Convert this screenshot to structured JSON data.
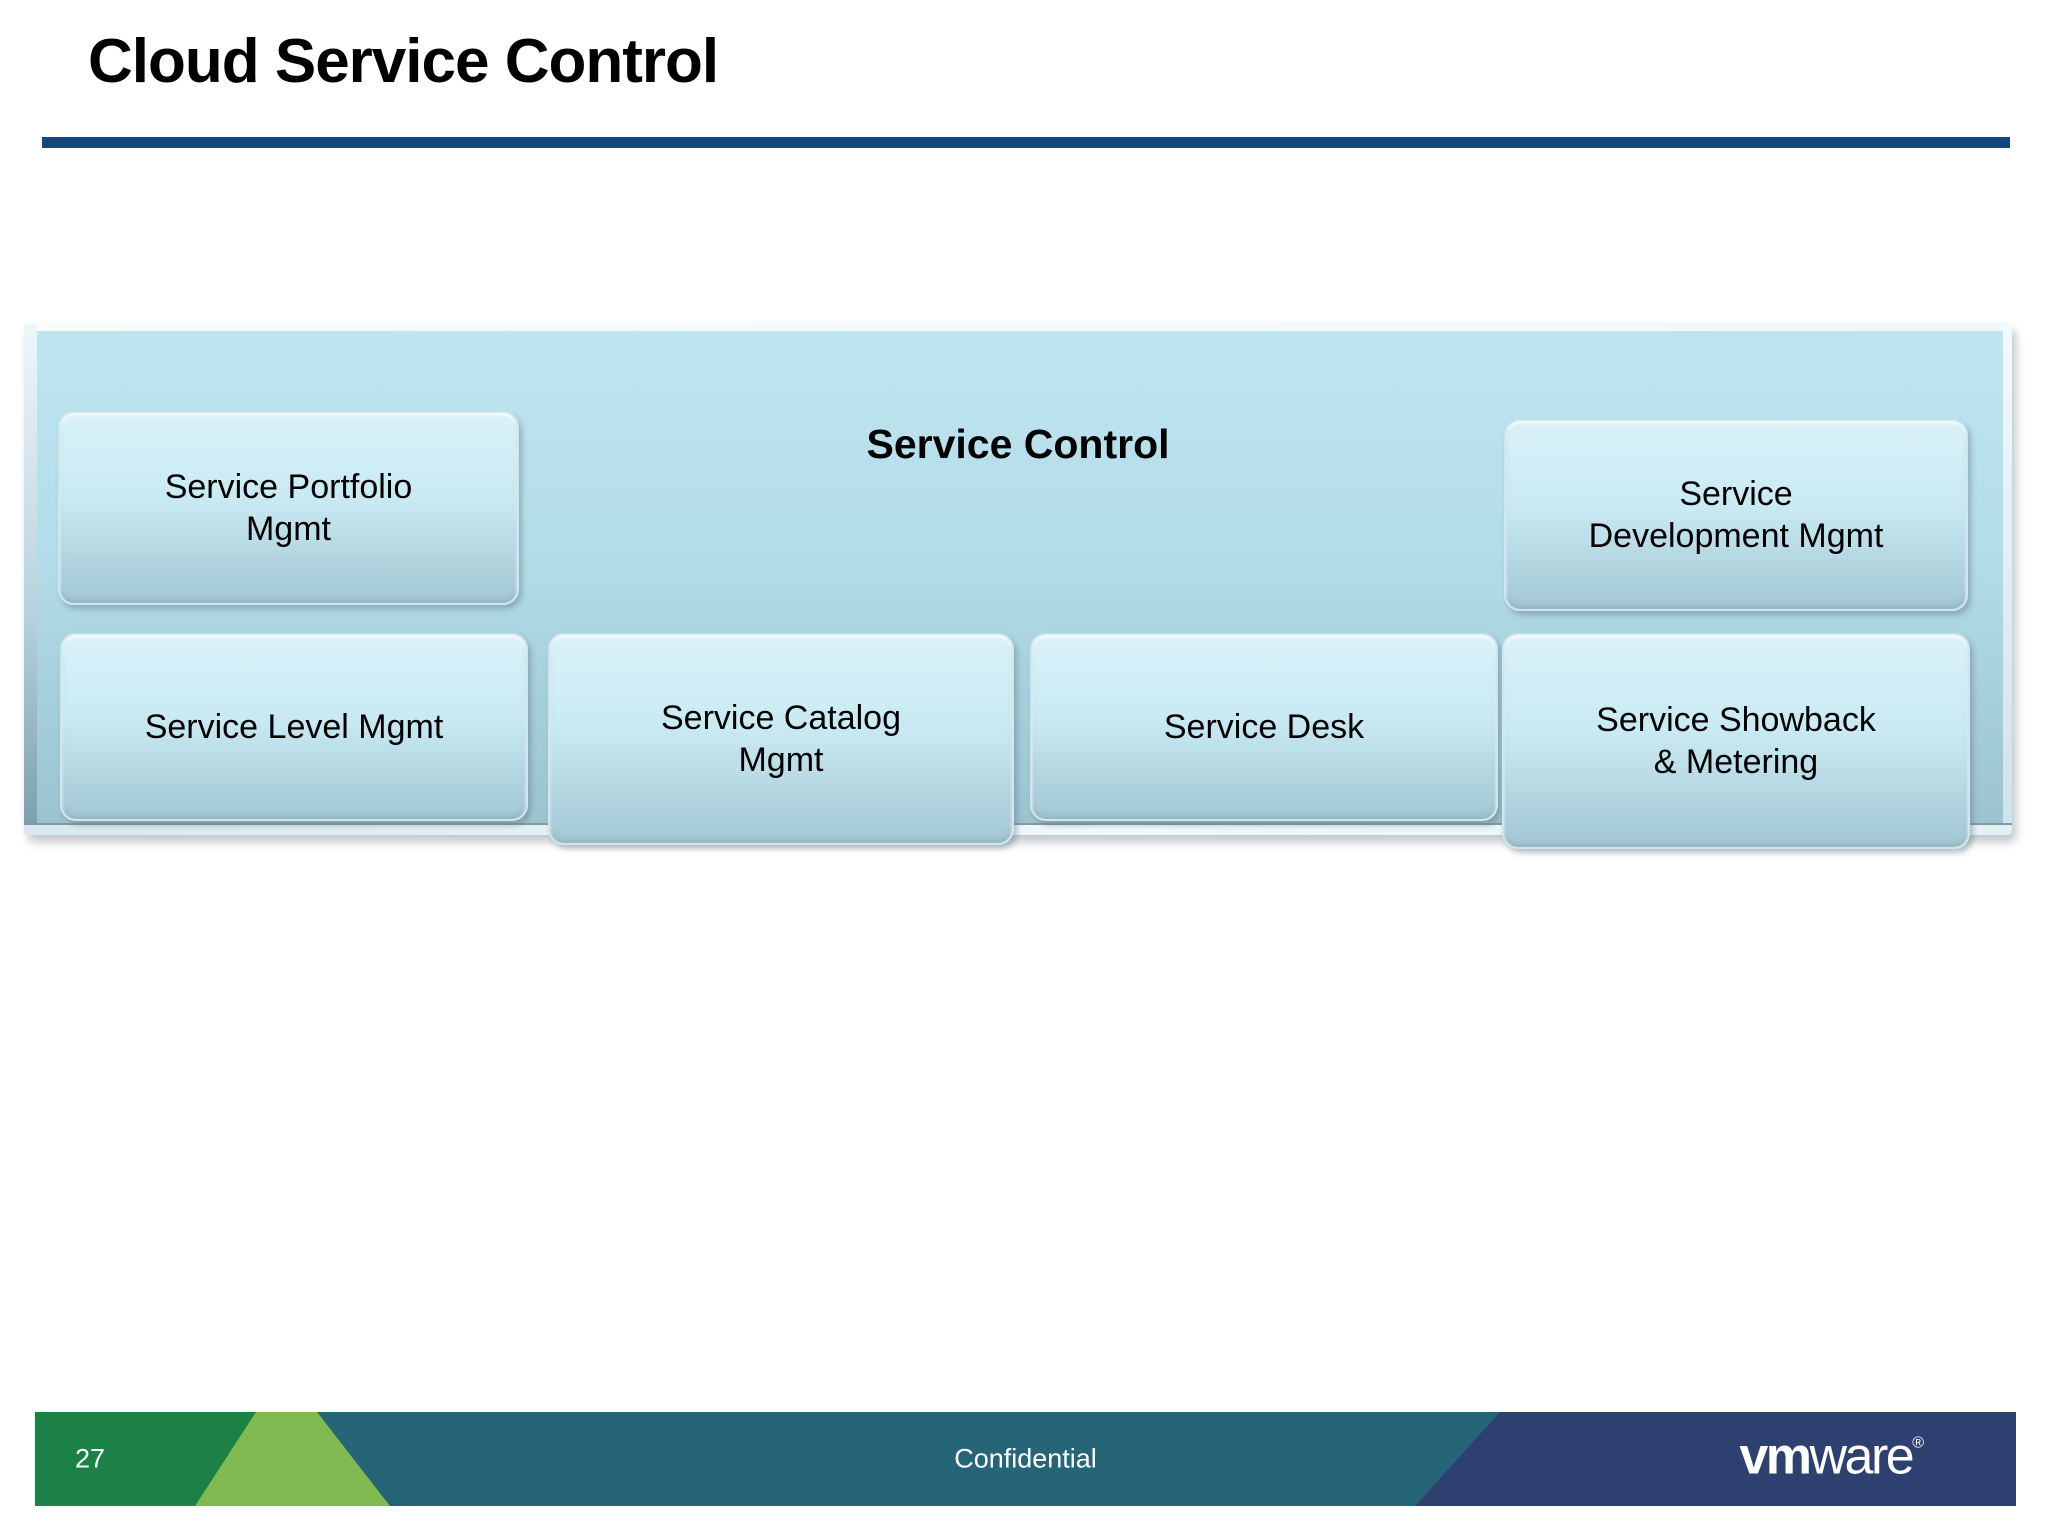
{
  "slide": {
    "title": "Cloud Service Control"
  },
  "panel": {
    "heading": "Service Control",
    "boxes": [
      {
        "label": "Service Portfolio\nMgmt"
      },
      {
        "label": "Service\nDevelopment Mgmt"
      },
      {
        "label": "Service Level Mgmt"
      },
      {
        "label": "Service Catalog\nMgmt"
      },
      {
        "label": "Service Desk"
      },
      {
        "label": "Service Showback\n& Metering"
      }
    ]
  },
  "footer": {
    "page_number": "27",
    "confidential_label": "Confidential",
    "logo": {
      "vm": "vm",
      "ware": "ware",
      "registered": "®"
    },
    "colors": {
      "teal": "#266577",
      "dark_green": "#1B8144",
      "light_green": "#80BA50",
      "navy": "#2E4070"
    }
  },
  "colors": {
    "divider_navy": "#14477E",
    "panel_top": "#C0E5F0",
    "panel_bottom": "#9AC2CF",
    "box_top": "#DAF2F9",
    "box_bottom": "#A2C7D3"
  }
}
